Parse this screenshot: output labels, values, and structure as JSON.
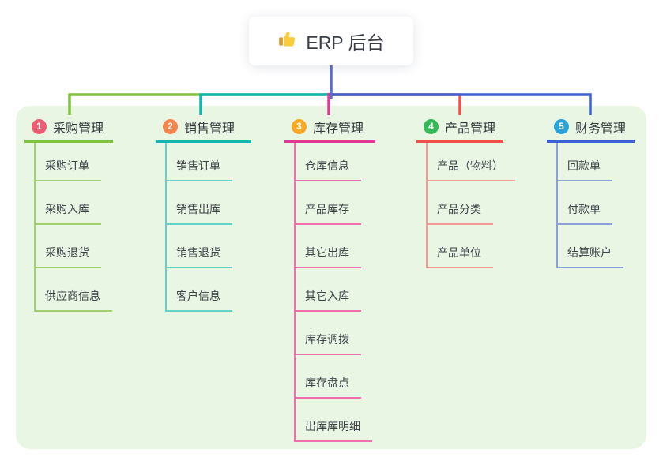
{
  "root": {
    "label": "ERP 后台",
    "icon": "thumbs-up-icon"
  },
  "colors": {
    "panel_background": "#e9f6e4",
    "root_connector": "#5a6bcf",
    "root_text": "#3a3f47"
  },
  "branches": [
    {
      "num": "1",
      "label": "采购管理",
      "badge_color": "#ef5b71",
      "line_color": "#82c33e",
      "line_light": "#9fd26f",
      "children": [
        "采购订单",
        "采购入库",
        "采购退货",
        "供应商信息"
      ]
    },
    {
      "num": "2",
      "label": "销售管理",
      "badge_color": "#f5854c",
      "line_color": "#13b5b1",
      "line_light": "#62d2c9",
      "children": [
        "销售订单",
        "销售出库",
        "销售退货",
        "客户信息"
      ]
    },
    {
      "num": "3",
      "label": "库存管理",
      "badge_color": "#f9a825",
      "line_color": "#e03a96",
      "line_light": "#ef6eb0",
      "children": [
        "仓库信息",
        "产品库存",
        "其它出库",
        "其它入库",
        "库存调拨",
        "库存盘点",
        "出库库明细"
      ]
    },
    {
      "num": "4",
      "label": "产品管理",
      "badge_color": "#35b857",
      "line_color": "#f0514e",
      "line_light": "#f59a94",
      "children": [
        "产品（物料）",
        "产品分类",
        "产品单位"
      ]
    },
    {
      "num": "5",
      "label": "财务管理",
      "badge_color": "#28a3dc",
      "line_color": "#3e60d6",
      "line_light": "#8ba0d8",
      "children": [
        "回款单",
        "付款单",
        "结算账户"
      ]
    }
  ]
}
